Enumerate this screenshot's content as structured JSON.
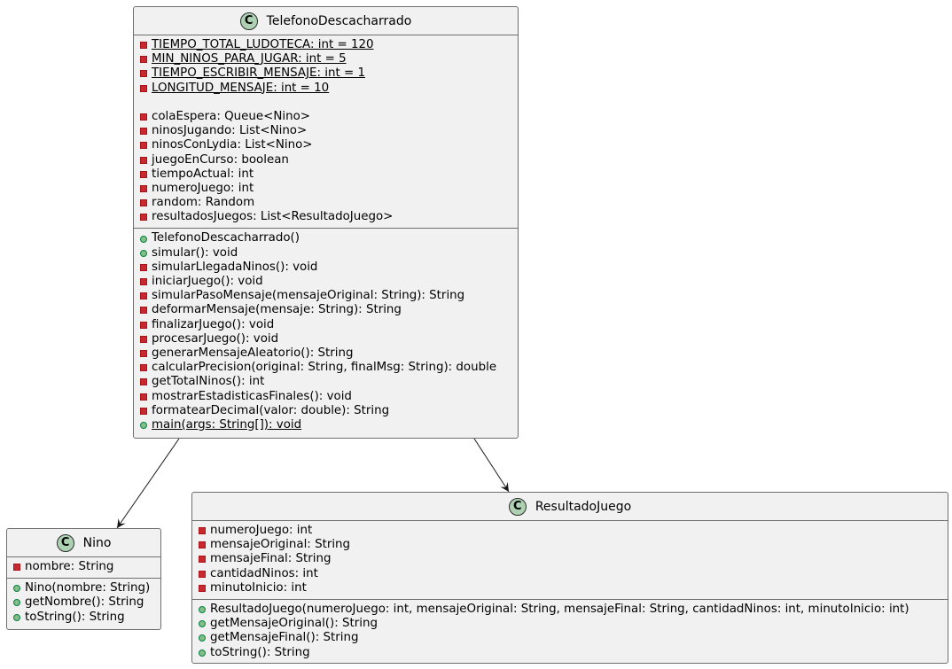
{
  "classes": {
    "telefono": {
      "name": "TelefonoDescacharrado",
      "badge": "C",
      "fields": [
        {
          "vis": "private",
          "text": "TIEMPO_TOTAL_LUDOTECA: int = 120",
          "static": true
        },
        {
          "vis": "private",
          "text": "MIN_NINOS_PARA_JUGAR: int = 5",
          "static": true
        },
        {
          "vis": "private",
          "text": "TIEMPO_ESCRIBIR_MENSAJE: int = 1",
          "static": true
        },
        {
          "vis": "private",
          "text": "LONGITUD_MENSAJE: int = 10",
          "static": true
        },
        {
          "blank": true
        },
        {
          "vis": "private",
          "text": "colaEspera: Queue<Nino>"
        },
        {
          "vis": "private",
          "text": "ninosJugando: List<Nino>"
        },
        {
          "vis": "private",
          "text": "ninosConLydia: List<Nino>"
        },
        {
          "vis": "private",
          "text": "juegoEnCurso: boolean"
        },
        {
          "vis": "private",
          "text": "tiempoActual: int"
        },
        {
          "vis": "private",
          "text": "numeroJuego: int"
        },
        {
          "vis": "private",
          "text": "random: Random"
        },
        {
          "vis": "private",
          "text": "resultadosJuegos: List<ResultadoJuego>"
        }
      ],
      "methods": [
        {
          "vis": "public",
          "text": "TelefonoDescacharrado()"
        },
        {
          "vis": "public",
          "text": "simular(): void"
        },
        {
          "vis": "private",
          "text": "simularLlegadaNinos(): void"
        },
        {
          "vis": "private",
          "text": "iniciarJuego(): void"
        },
        {
          "vis": "private",
          "text": "simularPasoMensaje(mensajeOriginal: String): String"
        },
        {
          "vis": "private",
          "text": "deformarMensaje(mensaje: String): String"
        },
        {
          "vis": "private",
          "text": "finalizarJuego(): void"
        },
        {
          "vis": "private",
          "text": "procesarJuego(): void"
        },
        {
          "vis": "private",
          "text": "generarMensajeAleatorio(): String"
        },
        {
          "vis": "private",
          "text": "calcularPrecision(original: String, finalMsg: String): double"
        },
        {
          "vis": "private",
          "text": "getTotalNinos(): int"
        },
        {
          "vis": "private",
          "text": "mostrarEstadisticasFinales(): void"
        },
        {
          "vis": "private",
          "text": "formatearDecimal(valor: double): String"
        },
        {
          "vis": "public",
          "text": "main(args: String[]): void",
          "static": true
        }
      ]
    },
    "nino": {
      "name": "Nino",
      "badge": "C",
      "fields": [
        {
          "vis": "private",
          "text": "nombre: String"
        }
      ],
      "methods": [
        {
          "vis": "public",
          "text": "Nino(nombre: String)"
        },
        {
          "vis": "public",
          "text": "getNombre(): String"
        },
        {
          "vis": "public",
          "text": "toString(): String"
        }
      ]
    },
    "resultado": {
      "name": "ResultadoJuego",
      "badge": "C",
      "fields": [
        {
          "vis": "private",
          "text": "numeroJuego: int"
        },
        {
          "vis": "private",
          "text": "mensajeOriginal: String"
        },
        {
          "vis": "private",
          "text": "mensajeFinal: String"
        },
        {
          "vis": "private",
          "text": "cantidadNinos: int"
        },
        {
          "vis": "private",
          "text": "minutoInicio: int"
        }
      ],
      "methods": [
        {
          "vis": "public",
          "text": "ResultadoJuego(numeroJuego: int, mensajeOriginal: String, mensajeFinal: String, cantidadNinos: int, minutoInicio: int)"
        },
        {
          "vis": "public",
          "text": "getMensajeOriginal(): String"
        },
        {
          "vis": "public",
          "text": "getMensajeFinal(): String"
        },
        {
          "vis": "public",
          "text": "toString(): String"
        }
      ]
    }
  },
  "relations": [
    {
      "from": "TelefonoDescacharrado",
      "to": "Nino",
      "kind": "association"
    },
    {
      "from": "TelefonoDescacharrado",
      "to": "ResultadoJuego",
      "kind": "association"
    }
  ]
}
